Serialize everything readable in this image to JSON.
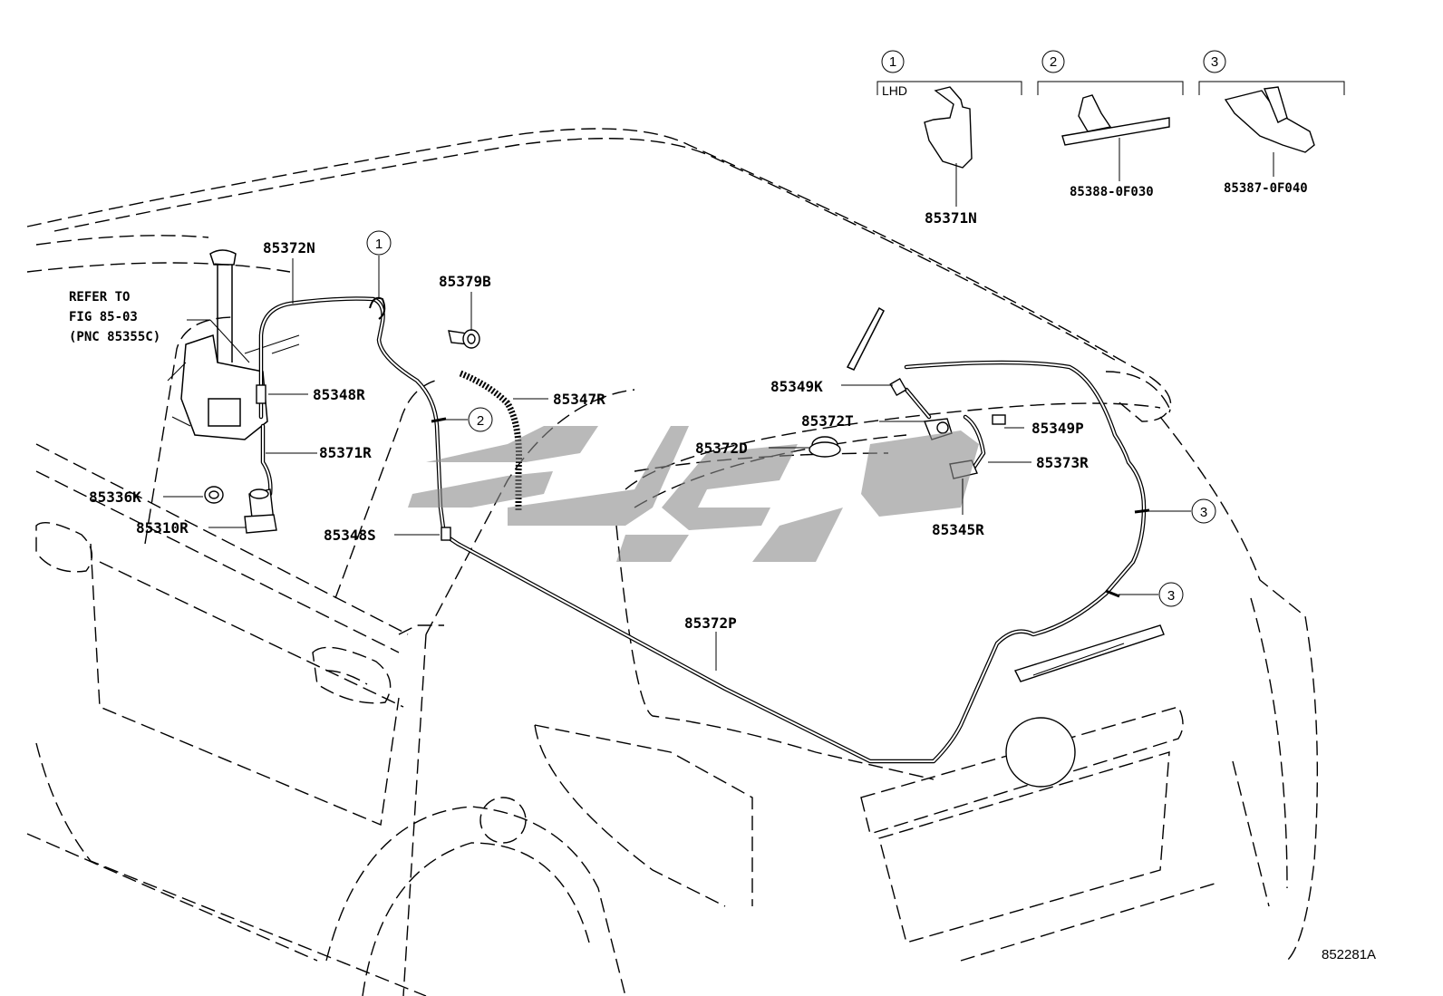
{
  "labels": {
    "p85372N": "85372N",
    "p85379B": "85379B",
    "p85348R": "85348R",
    "p85347R": "85347R",
    "p85371R": "85371R",
    "p85336K": "85336K",
    "p85310R": "85310R",
    "p85348S": "85348S",
    "p85372D": "85372D",
    "p85349K": "85349K",
    "p85372T": "85372T",
    "p85349P": "85349P",
    "p85373R": "85373R",
    "p85345R": "85345R",
    "p85372P": "85372P",
    "p85371N": "85371N",
    "p85388": "85388-0F030",
    "p85387": "85387-0F040"
  },
  "refer_note": {
    "line1": "REFER TO",
    "line2": "FIG 85-03",
    "line3": "(PNC 85355C)"
  },
  "callouts": {
    "c1": "1",
    "c2": "2",
    "c3": "3"
  },
  "inset": {
    "lhd": "LHD"
  },
  "figure_number": "852281A"
}
